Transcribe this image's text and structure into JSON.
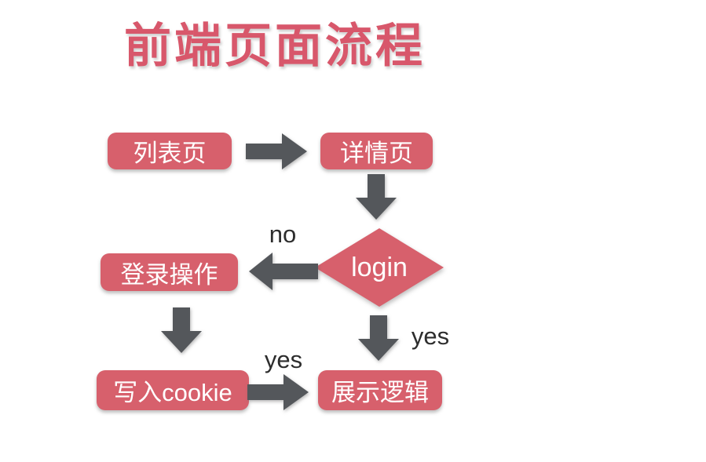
{
  "title": {
    "text": "前端页面流程"
  },
  "colors": {
    "background": "#ffffff",
    "title": "#d8576b",
    "node_fill": "#d7606c",
    "node_text": "#ffffff",
    "arrow": "#54575b",
    "edge_label": "#2d2d2d"
  },
  "nodes": {
    "list_page": {
      "label": "列表页",
      "type": "process"
    },
    "detail_page": {
      "label": "详情页",
      "type": "process"
    },
    "login_decision": {
      "label": "login",
      "type": "decision"
    },
    "login_action": {
      "label": "登录操作",
      "type": "process"
    },
    "write_cookie": {
      "label": "写入cookie",
      "type": "process"
    },
    "display_logic": {
      "label": "展示逻辑",
      "type": "process"
    }
  },
  "edges": [
    {
      "from": "list_page",
      "to": "detail_page",
      "label": ""
    },
    {
      "from": "detail_page",
      "to": "login_decision",
      "label": ""
    },
    {
      "from": "login_decision",
      "to": "login_action",
      "label": "no"
    },
    {
      "from": "login_action",
      "to": "write_cookie",
      "label": ""
    },
    {
      "from": "write_cookie",
      "to": "display_logic",
      "label": "yes"
    },
    {
      "from": "login_decision",
      "to": "display_logic",
      "label": "yes"
    }
  ]
}
